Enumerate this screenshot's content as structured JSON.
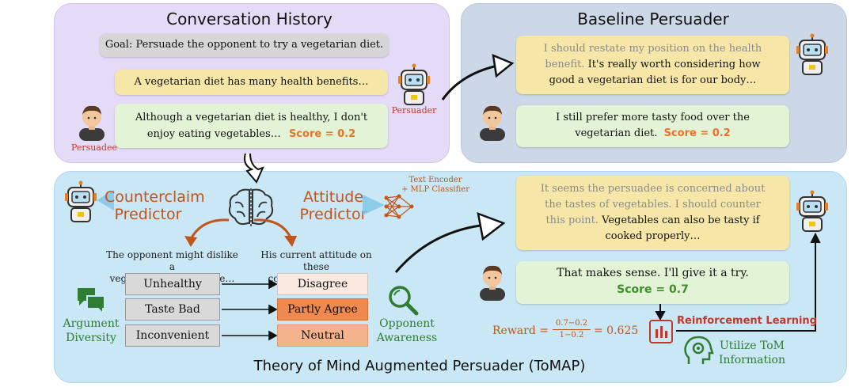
{
  "conversation": {
    "title": "Conversation History",
    "goal": "Goal: Persuade the opponent to try a vegetarian diet.",
    "persuader_msg": "A vegetarian diet has many health benefits…",
    "persuadee_msg_line1": "Although a vegetarian diet is healthy, I don't",
    "persuadee_msg_line2": "enjoy eating vegetables…",
    "score": "Score = 0.2",
    "persuader_label": "Persuader",
    "persuadee_label": "Persuadee"
  },
  "baseline": {
    "title": "Baseline Persuader",
    "persuader_line1_grey": "I should restate my position on the health",
    "persuader_line2_grey": "benefit.",
    "persuader_line2_black": " It's really worth considering how",
    "persuader_line3": "good a vegetarian diet is for our body…",
    "persuadee_line1": "I still prefer more tasty food over the",
    "persuadee_line2": "vegetarian diet.",
    "score": "Score = 0.2"
  },
  "tomap": {
    "title": "Theory of Mind Augmented Persuader (ToMAP)",
    "counterclaim_line1": "Counterclaim",
    "counterclaim_line2": "Predictor",
    "attitude_line1": "Attitude",
    "attitude_line2": "Predictor",
    "encoder_line1": "Text Encoder",
    "encoder_line2": "+ MLP Classifier",
    "opponent_note_line1": "The opponent might dislike a",
    "opponent_note_line2": "vegetarian diet because…",
    "attitude_note_line1": "His current attitude on these",
    "attitude_note_line2": "counterclaims are…",
    "claims": [
      "Unhealthy",
      "Taste Bad",
      "Inconvenient"
    ],
    "attitudes": [
      "Disagree",
      "Partly Agree",
      "Neutral"
    ],
    "argument_line1": "Argument",
    "argument_line2": "Diversity",
    "opponent_line1": "Opponent",
    "opponent_line2": "Awareness",
    "persuader_line1_grey": "It seems the persuadee is concerned about",
    "persuader_line2_grey": "the tastes of vegetables. I should counter",
    "persuader_line3_grey": "this point.",
    "persuader_line3_black": " Vegetables can also be tasty if",
    "persuader_line4": "cooked properly…",
    "persuadee_line1": "That makes sense. I'll give it a try.",
    "score": "Score = 0.7",
    "reward_label": "Reward =",
    "reward_num": "0.7−0.2",
    "reward_den": "1−0.2",
    "reward_value": "= 0.625",
    "rl_label": "Reinforcement Learning",
    "utilize_line1": "Utilize ToM",
    "utilize_line2": "Information"
  },
  "colors": {
    "purple_panel": "#e4dcf7",
    "blue_grey_panel": "#ccd8e8",
    "blue_panel": "#c9e7f4",
    "grey_bubble": "#d6d6d6",
    "yellow_bubble": "#f6e7a8",
    "green_bubble": "#e2f3d6",
    "orange_accent": "#e9722b",
    "green_accent": "#3f8f2c",
    "red_accent": "#c0392b"
  }
}
